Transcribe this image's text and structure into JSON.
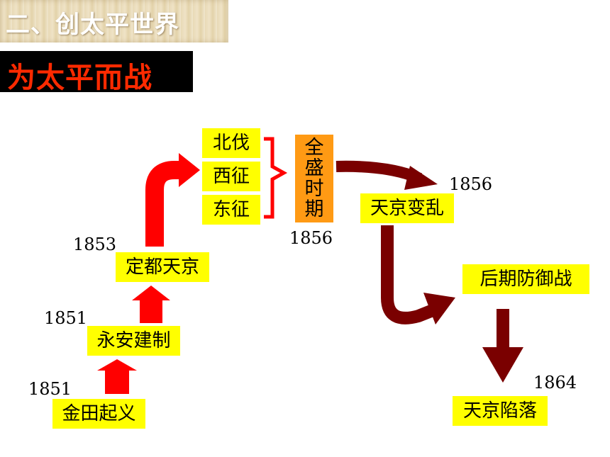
{
  "header": {
    "section_title": "二、创太平世界",
    "subtitle": "为太平而战"
  },
  "nodes": {
    "jintian": "金田起义",
    "yongan": "永安建制",
    "dingdu": "定都天京",
    "beifa": "北伐",
    "xizheng": "西征",
    "dongzheng": "东征",
    "quansheng": [
      "全",
      "盛",
      "时",
      "期"
    ],
    "bianluan": "天京变乱",
    "houqi": "后期防御战",
    "xianluo": "天京陷落"
  },
  "years": {
    "jintian": "1851",
    "yongan": "1851",
    "dingdu": "1853",
    "quansheng": "1856",
    "bianluan": "1856",
    "xianluo": "1864"
  },
  "colors": {
    "node_fill": "#ffff00",
    "quansheng_fill": "#ff9a14",
    "arrow_red": "#ff0000",
    "arrow_darkred": "#7a0000",
    "subtitle_text": "#ff2a00"
  }
}
